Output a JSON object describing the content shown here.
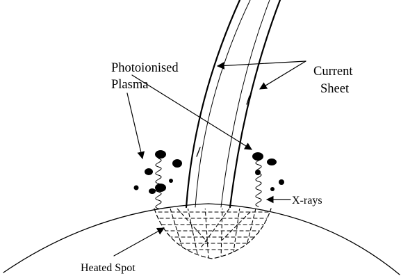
{
  "labels": {
    "photoionised_line1": "Photoionised",
    "photoionised_line2": "Plasma",
    "current_line1": "Current",
    "current_line2": "Sheet",
    "xrays": "X-rays",
    "heated_spot": "Heated Spot"
  },
  "colors": {
    "ink": "#000000",
    "background": "#ffffff"
  }
}
